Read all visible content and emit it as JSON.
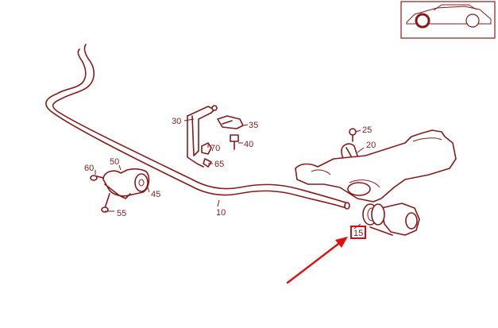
{
  "colors": {
    "ink": "#8a1a1a",
    "arrow": "#e01010",
    "highlight": "#d01010",
    "background": "#ffffff"
  },
  "icons": {
    "vehicle": "car-side-icon",
    "pointer": "arrow-icon"
  },
  "parts": [
    {
      "id": "10",
      "label": "10"
    },
    {
      "id": "15",
      "label": "15"
    },
    {
      "id": "20",
      "label": "20"
    },
    {
      "id": "25",
      "label": "25"
    },
    {
      "id": "30",
      "label": "30"
    },
    {
      "id": "35",
      "label": "35"
    },
    {
      "id": "40",
      "label": "40"
    },
    {
      "id": "45",
      "label": "45"
    },
    {
      "id": "50",
      "label": "50"
    },
    {
      "id": "55",
      "label": "55"
    },
    {
      "id": "60",
      "label": "60"
    },
    {
      "id": "65",
      "label": "65"
    },
    {
      "id": "70",
      "label": "70"
    }
  ],
  "highlighted_part": "15"
}
